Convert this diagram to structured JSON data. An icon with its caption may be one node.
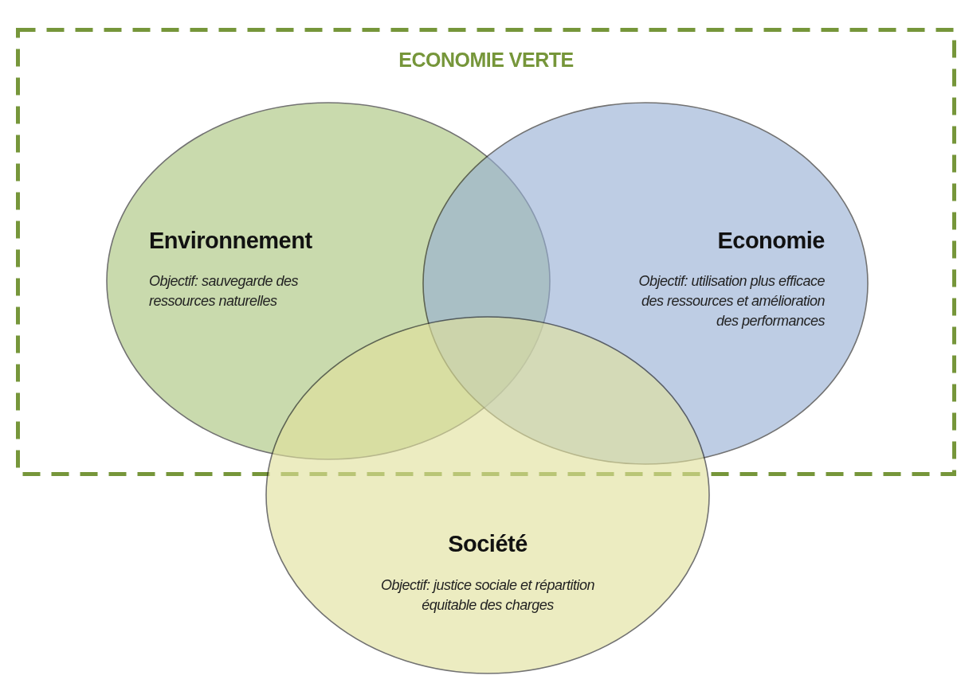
{
  "diagram": {
    "nodes": [
      {
        "text": [
          "ECONOMIE VERTE"
        ]
      },
      {
        "text": [
          "Environnement",
          "Objectif: sauvegarde des ressources naturelles"
        ],
        "in": 0
      },
      {
        "text": [
          "Economie",
          "Objectif: utilisation plus efficace des ressources et amélioration des performances"
        ],
        "in": 0
      },
      {
        "text": [
          "Société",
          "Objectif: justice sociale et répartition équitable des charges"
        ]
      }
    ]
  }
}
